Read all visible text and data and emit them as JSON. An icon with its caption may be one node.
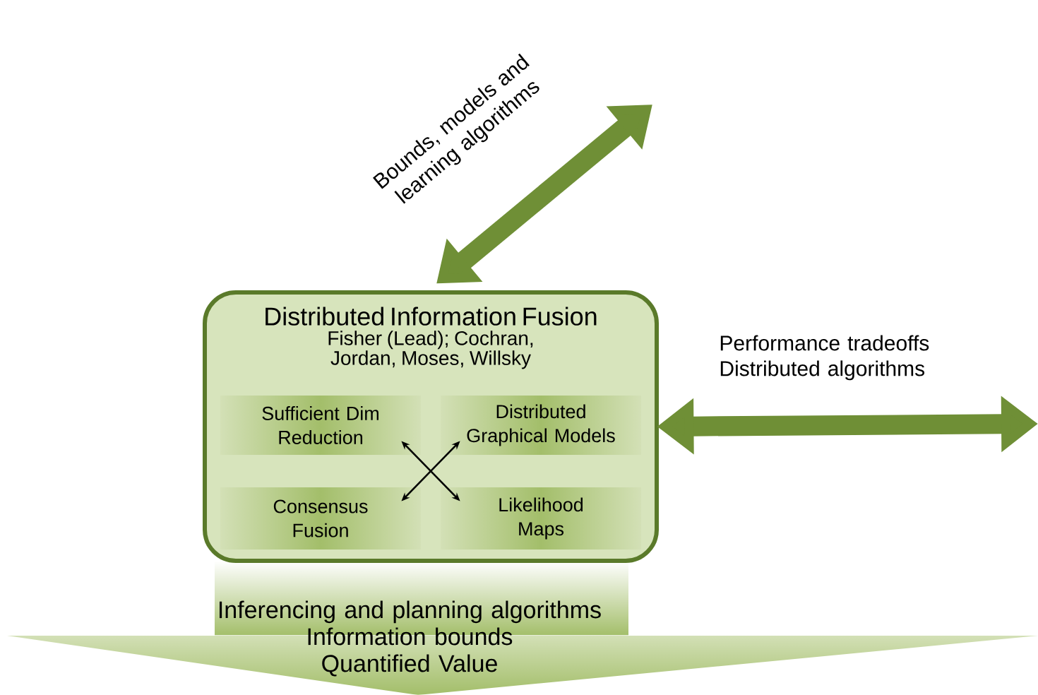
{
  "diagram": {
    "nodes": [
      {
        "text": [
          "Distributed Information Fusion",
          "Fisher (Lead); Cochran, Jordan, Moses, Willsky"
        ]
      },
      {
        "text": [
          "Sufficient Dim Reduction"
        ],
        "in": 0
      },
      {
        "text": [
          "Distributed Graphical Models"
        ],
        "in": 0
      },
      {
        "text": [
          "Consensus Fusion"
        ],
        "in": 0
      },
      {
        "text": [
          "Likelihood Maps"
        ],
        "in": 0
      },
      {
        "text": [
          "Inferencing and planning algorithms",
          "Information bounds",
          "Quantified Value"
        ]
      }
    ],
    "edges": [
      {
        "from": 1,
        "to": 4,
        "arrow": "both"
      },
      {
        "from": 3,
        "to": 2,
        "arrow": "both"
      },
      {
        "from": null,
        "to": 0,
        "arrow": "both",
        "label": "Bounds, models and learning algorithms",
        "style": "thick",
        "color": "#6f8f36"
      },
      {
        "from": 0,
        "to": null,
        "arrow": "both",
        "label": "Performance tradeoffs Distributed algorithms",
        "style": "thick",
        "color": "#6f8f36"
      }
    ]
  }
}
